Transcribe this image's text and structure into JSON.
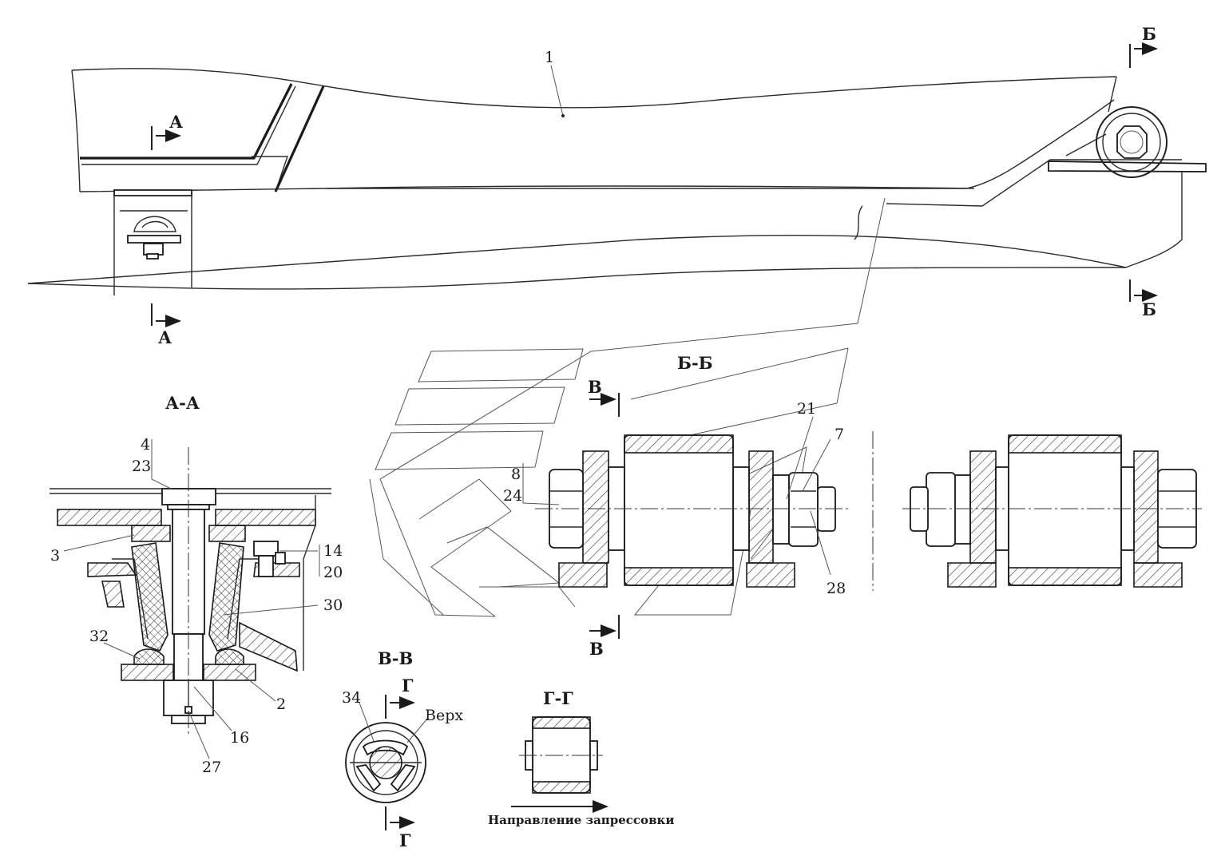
{
  "labels": {
    "l1": "1",
    "l2": "2",
    "l3": "3",
    "l4": "4",
    "l7": "7",
    "l8": "8",
    "l14": "14",
    "l16": "16",
    "l20": "20",
    "l21": "21",
    "l23": "23",
    "l24": "24",
    "l27": "27",
    "l28": "28",
    "l30": "30",
    "l32": "32",
    "l34": "34"
  },
  "section_marks": {
    "a_top": "А",
    "a_bottom": "А",
    "b_top": "Б",
    "b_bottom": "Б",
    "v_top": "В",
    "v_bottom": "В",
    "g_top": "Г",
    "g_bottom": "Г"
  },
  "section_titles": {
    "aa": "А-А",
    "bb": "Б-Б",
    "vv": "В-В",
    "gg": "Г-Г"
  },
  "annotations": {
    "top": "Верх",
    "press_direction": "Направление запрессовки"
  }
}
